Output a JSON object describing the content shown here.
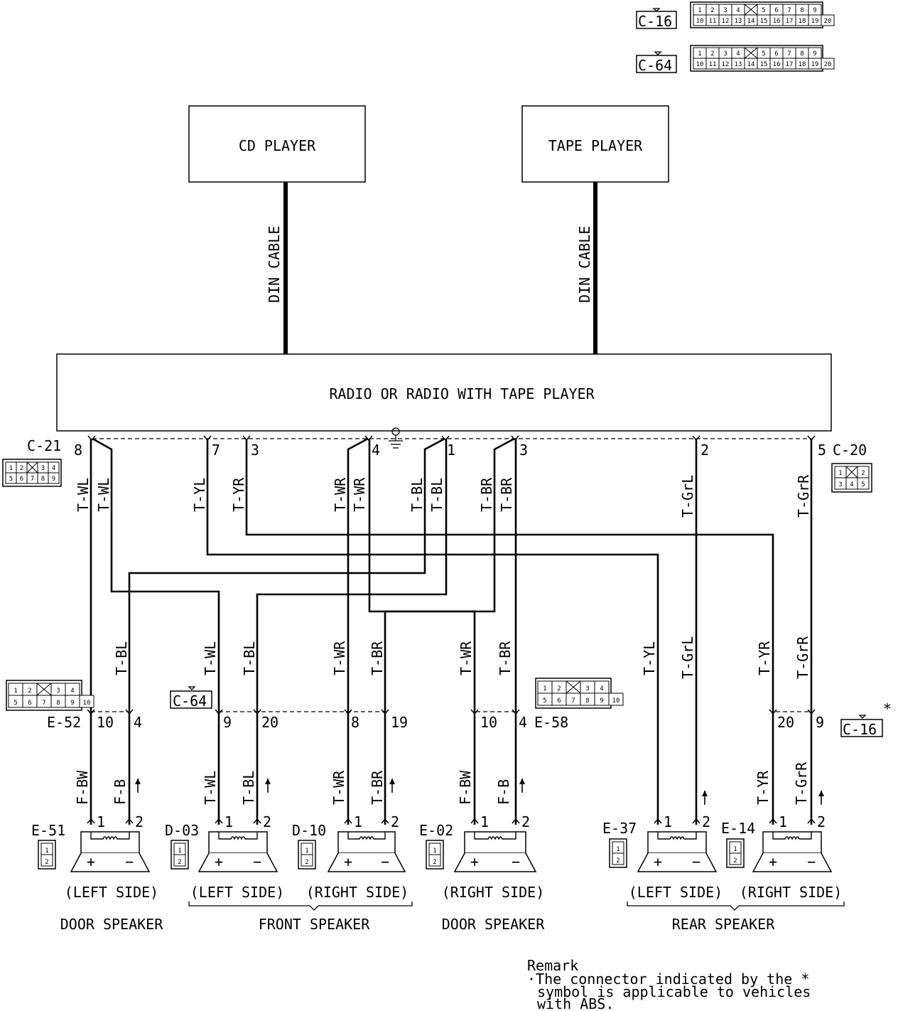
{
  "components": {
    "cd_player": "CD PLAYER",
    "tape_player": "TAPE PLAYER",
    "radio": "RADIO OR RADIO WITH TAPE PLAYER",
    "din_cable_left": "DIN CABLE",
    "din_cable_right": "DIN CABLE"
  },
  "connectors": {
    "c16_top": "C-16",
    "c64_top": "C-64",
    "c21": "C-21",
    "c20": "C-20",
    "c64_mid": "C-64",
    "c16_mid": "C-16",
    "e52": "E-52",
    "e58": "E-58",
    "e51": "E-51",
    "d03": "D-03",
    "d10": "D-10",
    "e02": "E-02",
    "e37": "E-37",
    "e14": "E-14",
    "star": "*"
  },
  "radio_pins": [
    "8",
    "7",
    "3",
    "4",
    "1",
    "3",
    "2",
    "5"
  ],
  "wire_labels_top": [
    "T-WL",
    "T-WL",
    "T-YL",
    "T-YR",
    "T-WR",
    "T-WR",
    "T-BL",
    "T-BL",
    "T-BR",
    "T-BR",
    "T-GrL",
    "T-GrR"
  ],
  "wire_labels_mid": [
    "T-BL",
    "T-WL",
    "T-BL",
    "T-WR",
    "T-BR",
    "T-WR",
    "T-BR",
    "T-YL",
    "T-GrL",
    "T-YR",
    "T-GrR"
  ],
  "mid_pins": [
    "10",
    "4",
    "9",
    "20",
    "8",
    "19",
    "10",
    "4",
    "20",
    "9"
  ],
  "wire_labels_low": [
    "F-BW",
    "F-B",
    "T-WL",
    "T-BL",
    "T-WR",
    "T-BR",
    "F-BW",
    "F-B",
    "T-YR",
    "T-GrR"
  ],
  "speaker_pins": [
    "1",
    "2",
    "1",
    "2",
    "1",
    "2",
    "1",
    "2",
    "1",
    "2",
    "1",
    "2"
  ],
  "speaker_plus": "+",
  "speaker_minus": "−",
  "sides": [
    "(LEFT SIDE)",
    "(LEFT SIDE)",
    "(RIGHT SIDE)",
    "(RIGHT SIDE)",
    "(LEFT SIDE)",
    "(RIGHT SIDE)"
  ],
  "groups": [
    "DOOR SPEAKER",
    "FRONT SPEAKER",
    "DOOR SPEAKER",
    "REAR SPEAKER"
  ],
  "connector_cells": {
    "c16": [
      "1",
      "2",
      "3",
      "4",
      "",
      "5",
      "6",
      "7",
      "8",
      "9",
      "10",
      "11",
      "12",
      "13",
      "14",
      "15",
      "16",
      "17",
      "18",
      "19",
      "20"
    ],
    "c20": [
      "1",
      "",
      "2",
      "3",
      "4",
      "5"
    ],
    "c21": [
      "1",
      "2",
      "",
      "3",
      "4",
      "5",
      "6",
      "7",
      "8",
      "9"
    ],
    "e52": [
      "1",
      "2",
      "",
      "3",
      "4",
      "5",
      "6",
      "7",
      "8",
      "9",
      "10"
    ],
    "spk": [
      "1",
      "2"
    ]
  },
  "remark": {
    "title": "Remark",
    "line1": "·The connector indicated by the *",
    "line2": "symbol is applicable to vehicles",
    "line3": "with ABS."
  }
}
